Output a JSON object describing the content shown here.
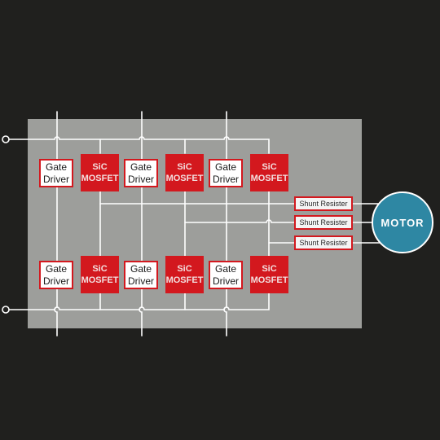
{
  "diagram": {
    "colors": {
      "background": "#20201e",
      "board": "#9d9e9b",
      "accent_red": "#d3181e",
      "motor": "#2e87a3",
      "wire": "#ffffff"
    },
    "gate_drivers": {
      "high_side": [
        {
          "line1": "Gate",
          "line2": "Driver"
        },
        {
          "line1": "Gate",
          "line2": "Driver"
        },
        {
          "line1": "Gate",
          "line2": "Driver"
        }
      ],
      "low_side": [
        {
          "line1": "Gate",
          "line2": "Driver"
        },
        {
          "line1": "Gate",
          "line2": "Driver"
        },
        {
          "line1": "Gate",
          "line2": "Driver"
        }
      ]
    },
    "mosfets": {
      "high_side": [
        {
          "line1": "SiC",
          "line2": "MOSFET"
        },
        {
          "line1": "SiC",
          "line2": "MOSFET"
        },
        {
          "line1": "SiC",
          "line2": "MOSFET"
        }
      ],
      "low_side": [
        {
          "line1": "SiC",
          "line2": "MOSFET"
        },
        {
          "line1": "SiC",
          "line2": "MOSFET"
        },
        {
          "line1": "SiC",
          "line2": "MOSFET"
        }
      ]
    },
    "shunt_resistors": [
      {
        "label": "Shunt Resister"
      },
      {
        "label": "Shunt Resister"
      },
      {
        "label": "Shunt Resister"
      }
    ],
    "motor": {
      "label": "MOTOR"
    }
  }
}
